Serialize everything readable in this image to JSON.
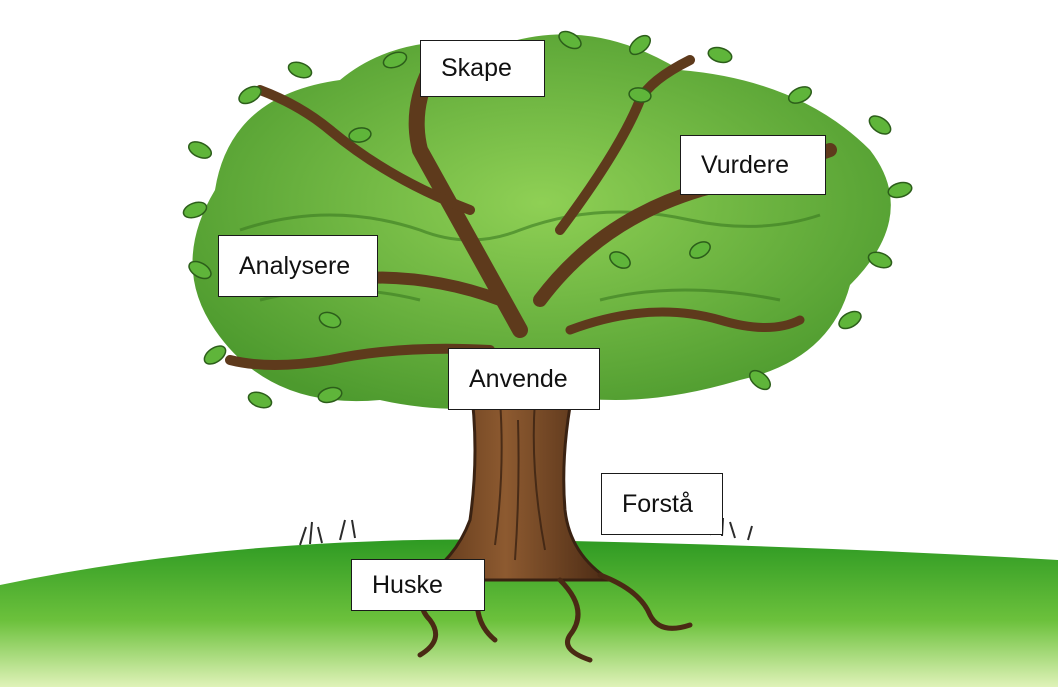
{
  "colors": {
    "ground_light": "#c9e87a",
    "ground_dark": "#2e9a23",
    "canopy_light": "#7cc244",
    "canopy_dark": "#3f8a2a",
    "trunk": "#7a4a26",
    "trunk_dark": "#3a2212",
    "label_border": "#1a1a1a"
  },
  "labels": {
    "skape": "Skape",
    "vurdere": "Vurdere",
    "analysere": "Analysere",
    "anvende": "Anvende",
    "forsta": "Forstå",
    "huske": "Huske"
  },
  "icons": {
    "tree": "tree-illustration",
    "ground": "grass-hill"
  }
}
